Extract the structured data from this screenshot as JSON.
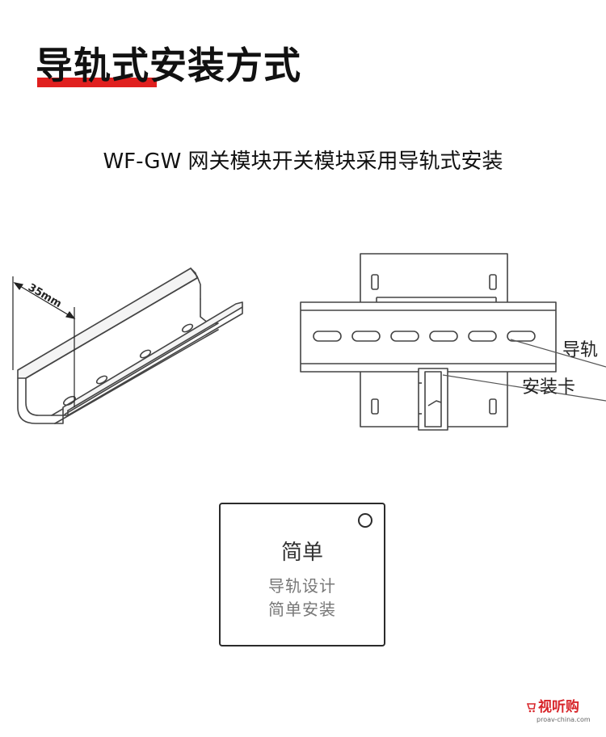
{
  "header": {
    "title": "导轨式安装方式",
    "accent_color": "#e0201f"
  },
  "intro": {
    "text": "WF-GW  网关模块开关模块采用导轨式安装"
  },
  "rail_diagram": {
    "dimension_label": "35mm"
  },
  "module_diagram": {
    "callouts": {
      "rail": "导轨",
      "clip": "安装卡"
    }
  },
  "feature_card": {
    "heading": "简单",
    "lines": [
      "导轨设计",
      "简单安装"
    ]
  },
  "watermark": {
    "brand": "视听购",
    "url": "proav-china.com",
    "color": "#d8262b"
  }
}
